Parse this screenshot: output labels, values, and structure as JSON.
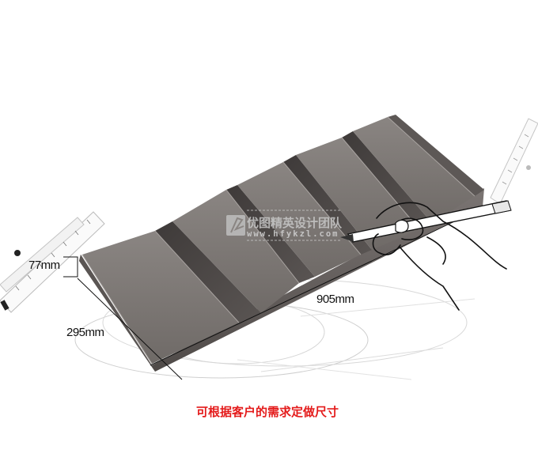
{
  "product": {
    "name": "stepped-display-tray",
    "color": "#6e6a68",
    "steps": 5
  },
  "dimensions": {
    "height_label": "77mm",
    "depth_label": "295mm",
    "length_label": "905mm"
  },
  "watermark": {
    "title": "优图精英设计团队",
    "url": "www.hfykzl.com"
  },
  "caption": {
    "text": "可根据客户的需求定做尺寸",
    "color": "#e41b1b"
  },
  "illustration": {
    "hand": "hand-holding-pencil",
    "ruler_left": "ruler",
    "ruler_right": "ruler",
    "background": "technical-drawing-sketch"
  }
}
